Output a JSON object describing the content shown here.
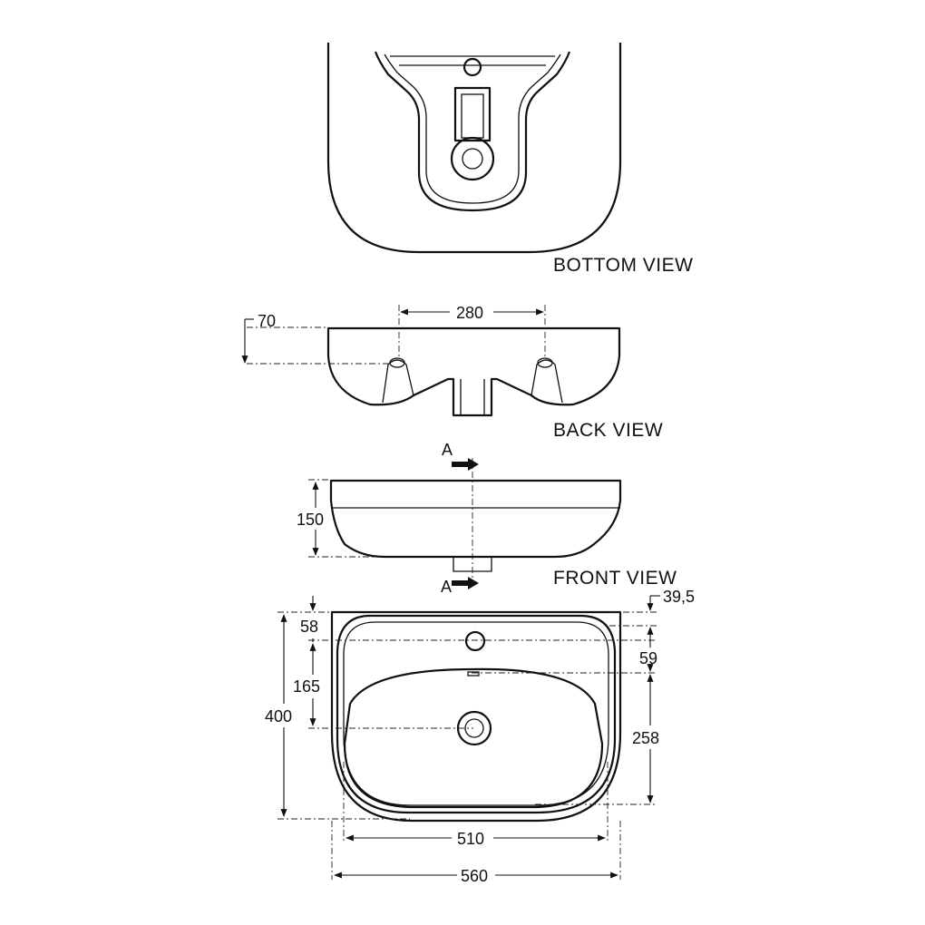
{
  "views": {
    "bottom": "BOTTOM VIEW",
    "back": "BACK VIEW",
    "front": "FRONT VIEW"
  },
  "section_marker": "A",
  "dimensions": {
    "back_height": "70",
    "tap_spacing": "280",
    "front_height": "150",
    "top_offset_right": "39,5",
    "top_offset_left": "58",
    "inner_offset": "59",
    "hole_to_drain": "165",
    "depth": "400",
    "bowl_depth": "258",
    "inner_width": "510",
    "outer_width": "560"
  }
}
